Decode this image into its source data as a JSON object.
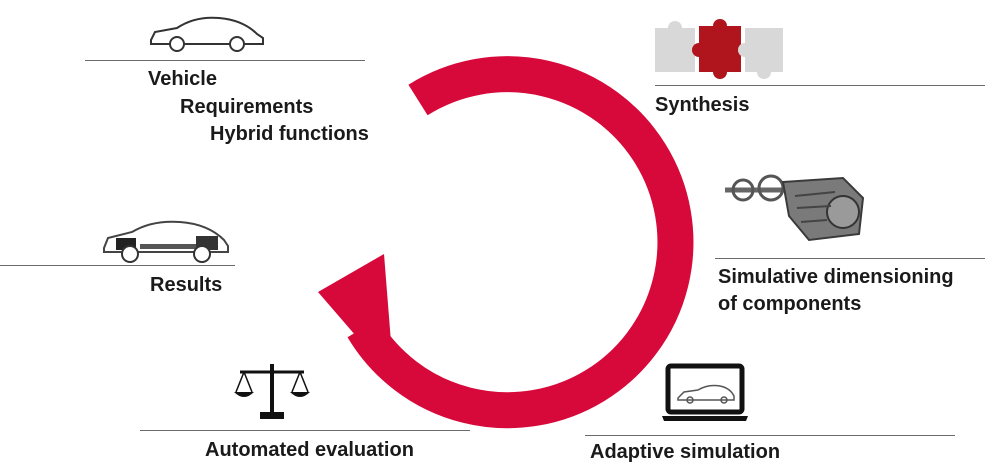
{
  "colors": {
    "cycle_arrow": "#d6093a",
    "puzzle_accent": "#b0141d",
    "puzzle_grey": "#d8d8d8",
    "rule": "#6b6b6b"
  },
  "stages": {
    "vehicle": {
      "lines": [
        "Vehicle",
        "Requirements",
        "Hybrid functions"
      ],
      "icon": "car-outline-icon"
    },
    "synthesis": {
      "label": "Synthesis",
      "icon": "puzzle-icon"
    },
    "dimensioning": {
      "lines": [
        "Simulative dimensioning",
        "of components"
      ],
      "icon": "engine-drivetrain-icon"
    },
    "adaptive": {
      "label": "Adaptive simulation",
      "icon": "laptop-car-icon"
    },
    "evaluation": {
      "label": "Automated evaluation",
      "icon": "scales-icon"
    },
    "results": {
      "label": "Results",
      "icon": "car-cutaway-icon"
    }
  }
}
